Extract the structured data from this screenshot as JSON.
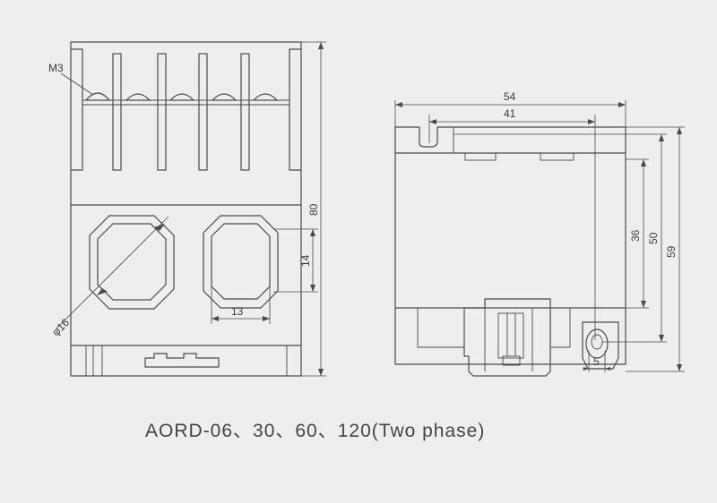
{
  "front_view": {
    "screw_label": "M3",
    "height_dim": "80",
    "hole_height_dim": "14",
    "hole_width_dim": "13",
    "diameter_dim": "φ16"
  },
  "side_view": {
    "width_outer": "54",
    "width_inner": "41",
    "h36": "36",
    "h50": "50",
    "h59": "59",
    "mount_dim": "5"
  },
  "caption": "AORD-06、30、60、120(Two phase)",
  "colors": {
    "background": "#eceeef",
    "line": "#4a4a4a"
  }
}
